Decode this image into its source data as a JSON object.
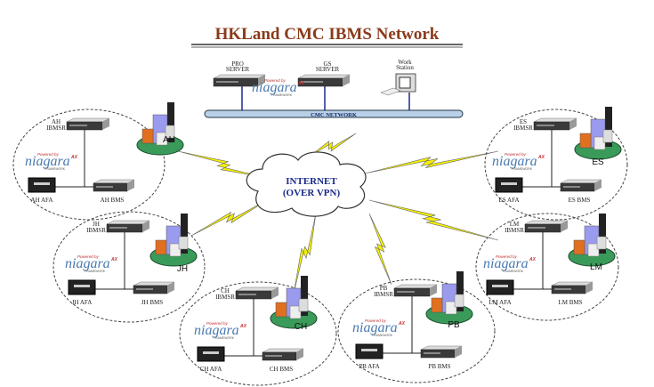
{
  "title": "HKLand CMC IBMS Network",
  "cmc": {
    "pro_server": [
      "PRO",
      "SERVER"
    ],
    "gs_server": [
      "GS",
      "SERVER"
    ],
    "workstation": [
      "Work",
      "Station"
    ],
    "network_label": "CMC NETWORK"
  },
  "internet": [
    "INTERNET",
    "(OVER VPN)"
  ],
  "logo": {
    "powered_by": "Powered by",
    "name": "niagara",
    "suffix": "AX",
    "framework": "FRAMEWORK"
  },
  "sites": [
    {
      "id": "AH",
      "ibmsr": [
        "AH",
        "IBMSR"
      ],
      "afa": "AH AFA",
      "bms": "AH BMS"
    },
    {
      "id": "JH",
      "ibmsr": [
        "JH",
        "IBMSR"
      ],
      "afa": "JH AFA",
      "bms": "JH BMS"
    },
    {
      "id": "CH",
      "ibmsr": [
        "CH",
        "IBMSR"
      ],
      "afa": "CH AFA",
      "bms": "CH BMS"
    },
    {
      "id": "PB",
      "ibmsr": [
        "PB",
        "IBMSR"
      ],
      "afa": "PB AFA",
      "bms": "PB BMS"
    },
    {
      "id": "LM",
      "ibmsr": [
        "LM",
        "IBMSR"
      ],
      "afa": "LM AFA",
      "bms": "LM BMS"
    },
    {
      "id": "ES",
      "ibmsr": [
        "ES",
        "IBMSR"
      ],
      "afa": "ES AFA",
      "bms": "ES BMS"
    }
  ],
  "colors": {
    "title": "#8b3a1a",
    "network_bar": "#b8d0e8",
    "lightning": "#f5f000",
    "cloud_text": "#1a2a8a",
    "site_base": "#3a9a5a"
  }
}
